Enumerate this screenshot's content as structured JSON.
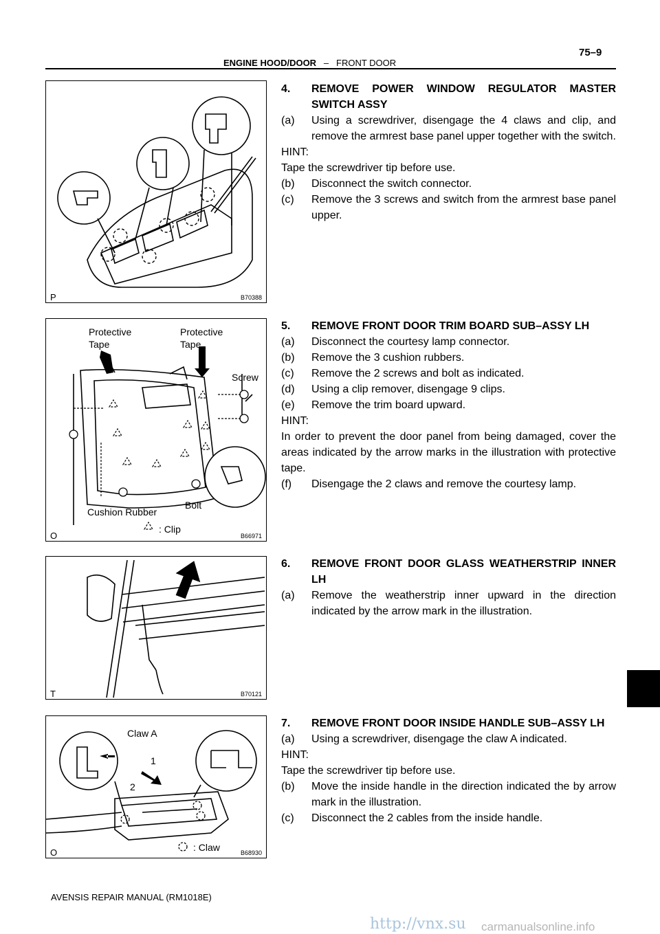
{
  "header": {
    "section": "ENGINE HOOD/DOOR",
    "separator": "–",
    "subsection": "FRONT DOOR",
    "page_number": "75–9"
  },
  "footer": {
    "manual": "AVENSIS REPAIR MANUAL   (RM1018E)",
    "watermark": "http://vnx.su",
    "brand": "carmanualsonline.info"
  },
  "figures": [
    {
      "id": "B70388",
      "mark": "P"
    },
    {
      "id": "B66971",
      "mark": "O",
      "labels": {
        "tape1": [
          "Protective",
          "Tape"
        ],
        "tape2": [
          "Protective",
          "Tape"
        ],
        "screw": "Screw",
        "cushion": "Cushion Rubber",
        "bolt": "Bolt",
        "legend": ": Clip"
      }
    },
    {
      "id": "B70121",
      "mark": "T"
    },
    {
      "id": "B68930",
      "mark": "O",
      "labels": {
        "claw_a": "Claw A",
        "step1": "1",
        "step2": "2",
        "legend": ": Claw"
      }
    }
  ],
  "sections": [
    {
      "num": "4.",
      "title": "REMOVE POWER WINDOW REGULATOR MASTER SWITCH ASSY",
      "items": [
        {
          "n": "(a)",
          "t": "Using a screwdriver, disengage the 4 claws and clip, and remove the armrest base panel upper together with the switch."
        },
        {
          "hint": "HINT:"
        },
        {
          "p": "Tape the screwdriver tip before use."
        },
        {
          "n": "(b)",
          "t": "Disconnect the switch connector."
        },
        {
          "n": "(c)",
          "t": "Remove the 3 screws and switch from the armrest base panel upper."
        }
      ]
    },
    {
      "num": "5.",
      "title": "REMOVE FRONT DOOR TRIM BOARD SUB–ASSY LH",
      "items": [
        {
          "n": "(a)",
          "t": "Disconnect the courtesy lamp connector."
        },
        {
          "n": "(b)",
          "t": "Remove the 3 cushion rubbers."
        },
        {
          "n": "(c)",
          "t": "Remove the 2 screws and bolt as indicated."
        },
        {
          "n": "(d)",
          "t": "Using a clip remover, disengage 9 clips."
        },
        {
          "n": "(e)",
          "t": "Remove the trim board upward."
        },
        {
          "hint": "HINT:"
        },
        {
          "p": "In order to prevent the door panel from being damaged, cover the areas indicated by the arrow marks in the illustration with protective tape."
        },
        {
          "n": "(f)",
          "t": "Disengage the 2 claws and remove the courtesy lamp."
        }
      ]
    },
    {
      "num": "6.",
      "title": "REMOVE FRONT DOOR GLASS WEATHERSTRIP INNER LH",
      "items": [
        {
          "n": "(a)",
          "t": "Remove the weatherstrip inner upward in the direction indicated by the arrow mark in the illustration."
        }
      ]
    },
    {
      "num": "7.",
      "title": "REMOVE FRONT DOOR INSIDE HANDLE SUB–ASSY LH",
      "items": [
        {
          "n": "(a)",
          "t": "Using a screwdriver, disengage the claw A indicated."
        },
        {
          "hint": "HINT:"
        },
        {
          "p": "Tape the screwdriver tip before use."
        },
        {
          "n": "(b)",
          "t": "Move the inside handle in the direction indicated the by arrow mark in the illustration."
        },
        {
          "n": "(c)",
          "t": "Disconnect the 2 cables from the inside handle."
        }
      ]
    }
  ]
}
